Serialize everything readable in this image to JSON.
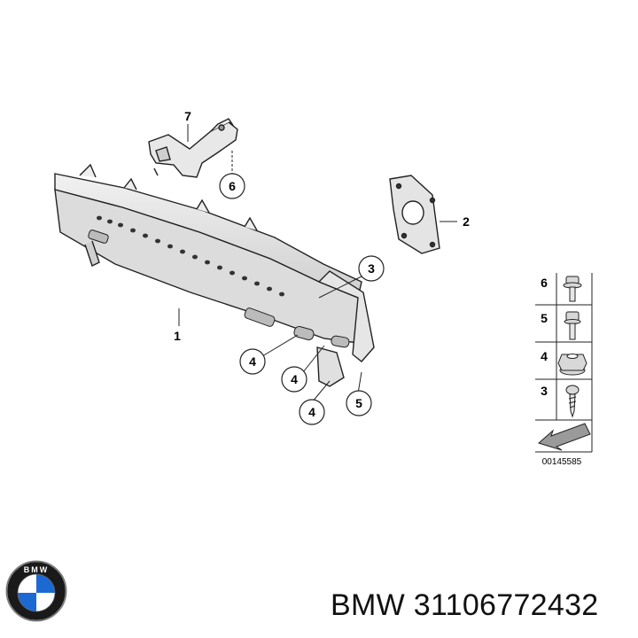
{
  "diagram": {
    "callouts": {
      "part_1": "1",
      "part_2": "2",
      "part_3": "3",
      "part_4a": "4",
      "part_4b": "4",
      "part_4c": "4",
      "part_5": "5",
      "part_6": "6",
      "part_7": "7"
    },
    "legend": {
      "items": [
        {
          "number": "6",
          "icon": "flange-bolt-icon"
        },
        {
          "number": "5",
          "icon": "hex-bolt-icon"
        },
        {
          "number": "4",
          "icon": "hex-nut-icon"
        },
        {
          "number": "3",
          "icon": "self-tapping-screw-icon"
        }
      ],
      "direction_icon": "arrow-left-icon"
    },
    "reference_number": "00145585"
  },
  "brand": {
    "logo_text": "BMW",
    "title": "BMW 31106772432",
    "colors": {
      "blue": "#1c69d4",
      "ring": "#1a1a1a",
      "white": "#ffffff"
    }
  }
}
